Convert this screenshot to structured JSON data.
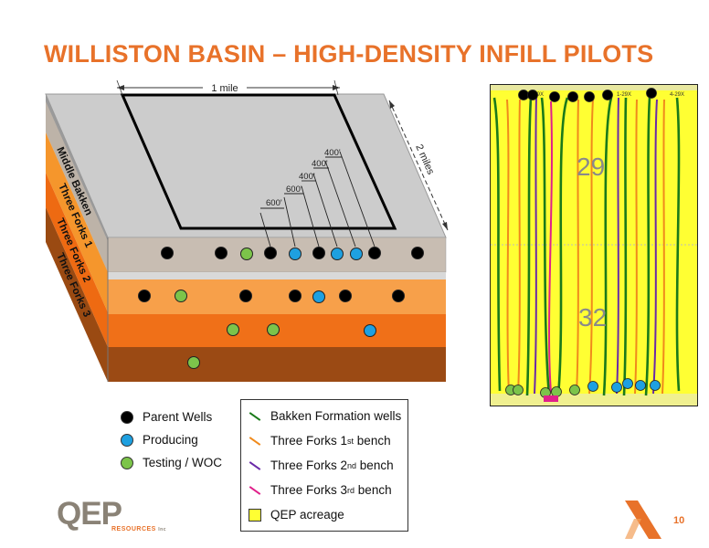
{
  "title": "WILLISTON BASIN – HIGH-DENSITY INFILL PILOTS",
  "diagram": {
    "top_dimension": "1 mile",
    "side_dimension": "2 miles",
    "spacings": [
      "600'",
      "600'",
      "400'",
      "400'",
      "400'"
    ],
    "layers": [
      "Middle Bakken",
      "Three Forks 1",
      "Three Forks 2",
      "Three Forks 3"
    ]
  },
  "map": {
    "sections": [
      "29",
      "32"
    ],
    "top_labels": [
      "1-29X",
      "1-29X",
      "4-29X"
    ]
  },
  "legend_wells": [
    {
      "label": "Parent Wells",
      "color": "#000000"
    },
    {
      "label": "Producing",
      "color": "#1ea0e0"
    },
    {
      "label": "Testing / WOC",
      "color": "#7cc44a"
    }
  ],
  "legend_lines": [
    {
      "label": "Bakken Formation wells",
      "color": "#1a7a1a"
    },
    {
      "label": "Three Forks 1",
      "sup": "st",
      "suffix": " bench",
      "color": "#f08a1c"
    },
    {
      "label": "Three Forks 2",
      "sup": "nd",
      "suffix": " bench",
      "color": "#6a2aa8"
    },
    {
      "label": "Three Forks 3",
      "sup": "rd",
      "suffix": " bench",
      "color": "#e0208a"
    }
  ],
  "legend_acreage": {
    "label": "QEP acreage",
    "color": "#ffff33"
  },
  "logo": {
    "main": "QEP",
    "sub": "RESOURCES",
    "tm": "Inc"
  },
  "page_number": "10"
}
